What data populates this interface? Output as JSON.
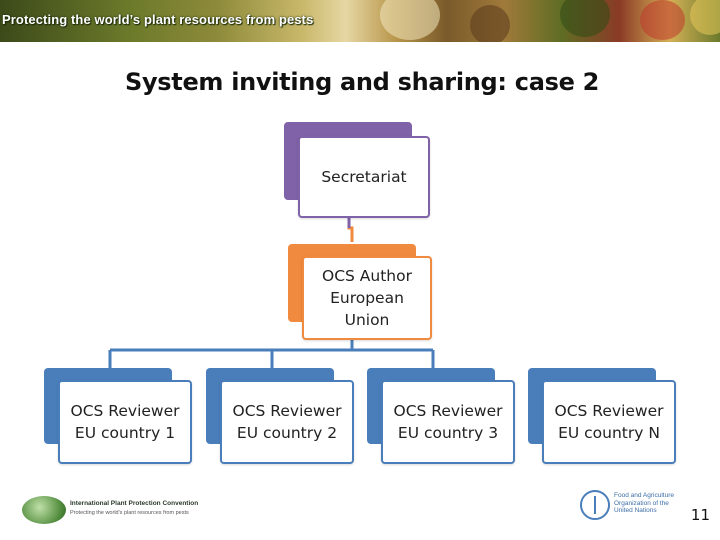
{
  "banner": {
    "text": "Protecting the world’s plant resources from pests"
  },
  "slide": {
    "title": "System inviting and sharing: case 2",
    "page_number": "11"
  },
  "diagram": {
    "root": {
      "label": "Secretariat",
      "color": "#7f62a8"
    },
    "author": {
      "lines": [
        "OCS Author",
        "European",
        "Union"
      ],
      "color": "#f08a3e"
    },
    "reviewers": [
      {
        "line1": "OCS Reviewer",
        "line2": "EU country 1"
      },
      {
        "line1": "OCS Reviewer",
        "line2": "EU country 2"
      },
      {
        "line1": "OCS Reviewer",
        "line2": "EU country 3"
      },
      {
        "line1": "OCS Reviewer",
        "line2": "EU country N"
      }
    ],
    "reviewer_color": "#4a7ebb"
  },
  "footer": {
    "ippc_name": "International Plant Protection Convention",
    "ippc_tagline": "Protecting the world's plant resources from pests",
    "fao_lines": [
      "Food and Agriculture",
      "Organization of the",
      "United Nations"
    ]
  }
}
